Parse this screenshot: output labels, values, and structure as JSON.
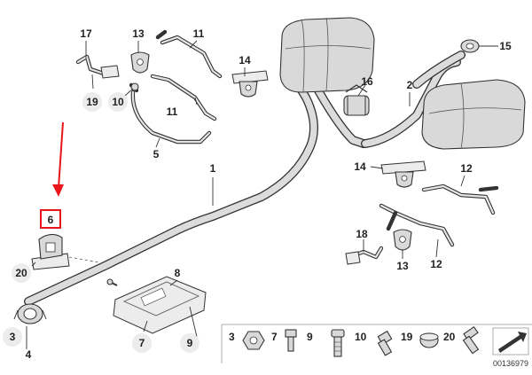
{
  "diagram": {
    "callouts": [
      {
        "id": "c17",
        "text": "17"
      },
      {
        "id": "c13a",
        "text": "13"
      },
      {
        "id": "c11a",
        "text": "11"
      },
      {
        "id": "c14a",
        "text": "14"
      },
      {
        "id": "c15",
        "text": "15"
      },
      {
        "id": "c19",
        "text": "19"
      },
      {
        "id": "c10",
        "text": "10"
      },
      {
        "id": "c11b",
        "text": "11"
      },
      {
        "id": "c16",
        "text": "16"
      },
      {
        "id": "c2",
        "text": "2"
      },
      {
        "id": "c5",
        "text": "5"
      },
      {
        "id": "c1",
        "text": "1"
      },
      {
        "id": "c14b",
        "text": "14"
      },
      {
        "id": "c12a",
        "text": "12"
      },
      {
        "id": "c6",
        "text": "6"
      },
      {
        "id": "c18",
        "text": "18"
      },
      {
        "id": "c13b",
        "text": "13"
      },
      {
        "id": "c12b",
        "text": "12"
      },
      {
        "id": "c20",
        "text": "20"
      },
      {
        "id": "c8",
        "text": "8"
      },
      {
        "id": "c3",
        "text": "3"
      },
      {
        "id": "c4",
        "text": "4"
      },
      {
        "id": "c7",
        "text": "7"
      },
      {
        "id": "c9",
        "text": "9"
      }
    ],
    "legend_items": [
      {
        "id": "l3",
        "text": "3"
      },
      {
        "id": "l7",
        "text": "7"
      },
      {
        "id": "l9",
        "text": "9"
      },
      {
        "id": "l10",
        "text": "10"
      },
      {
        "id": "l19",
        "text": "19"
      },
      {
        "id": "l20",
        "text": "20"
      }
    ],
    "diagram_number": "00136979",
    "highlight_color": "#e8161b",
    "line_color": "#333333",
    "part_fill": "#d9d9d9"
  }
}
